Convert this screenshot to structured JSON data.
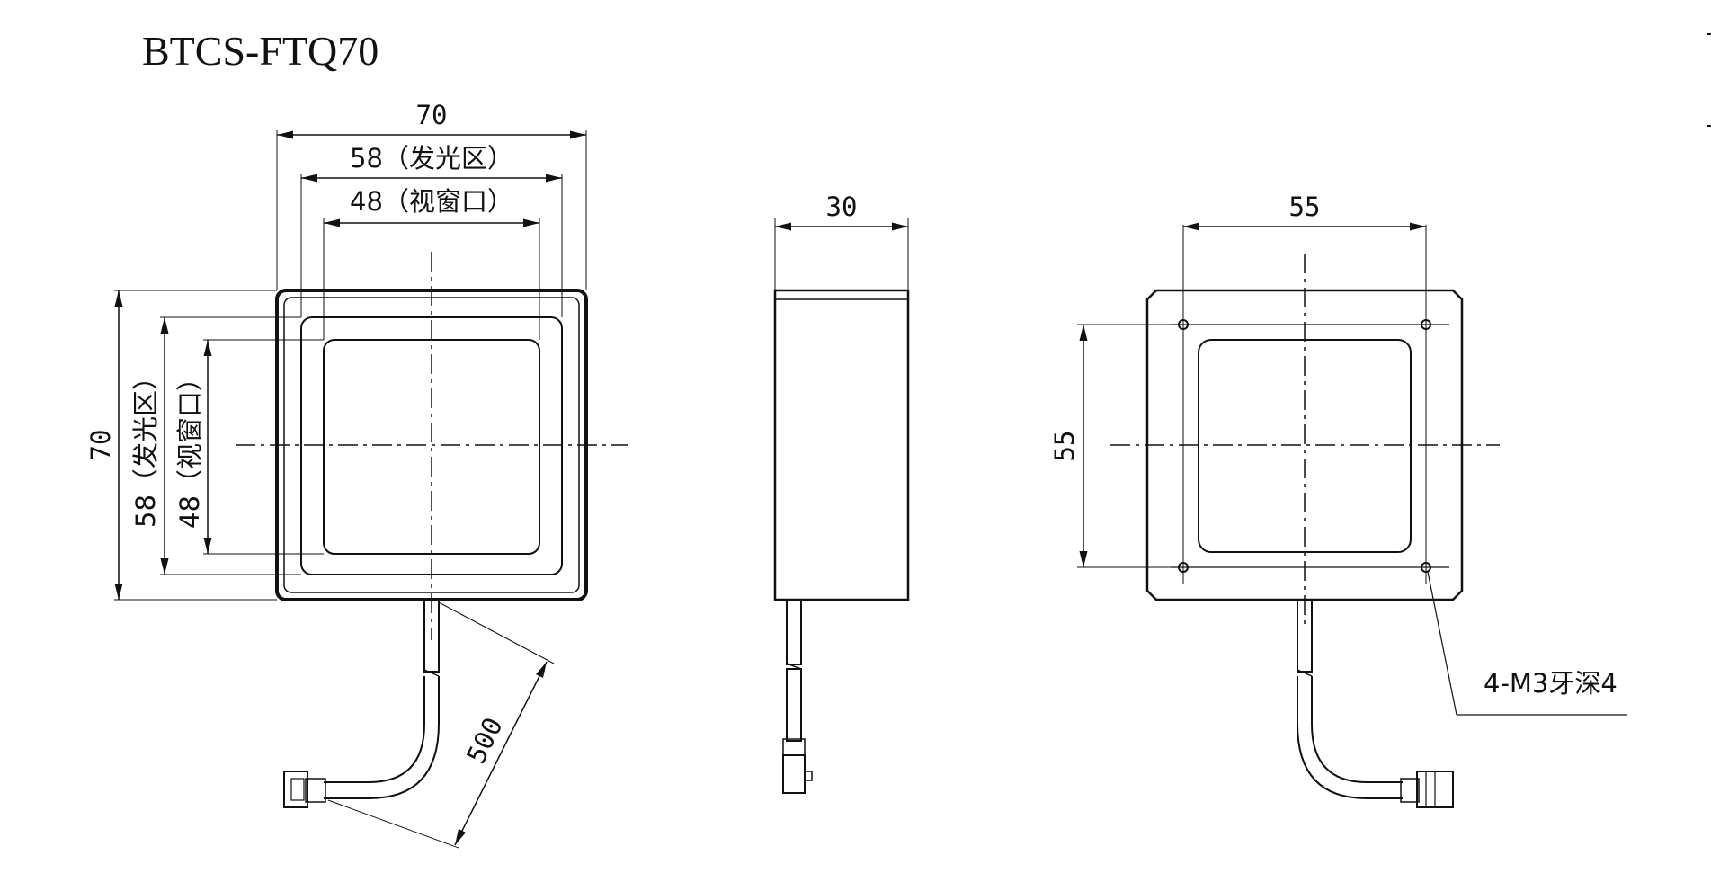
{
  "title": "BTCS-FTQ70",
  "front_view": {
    "width_overall": "70",
    "width_emitting": "58（发光区）",
    "width_window": "48（视窗口）",
    "height_overall": "70",
    "height_emitting": "58（发光区）",
    "height_window": "48（视窗口）",
    "cable_length": "500"
  },
  "side_view": {
    "depth": "30"
  },
  "back_view": {
    "hole_spacing_h": "55",
    "hole_spacing_v": "55",
    "thread_note": "4-M3牙深4"
  },
  "colors": {
    "line": "#111111",
    "background": "#ffffff"
  }
}
